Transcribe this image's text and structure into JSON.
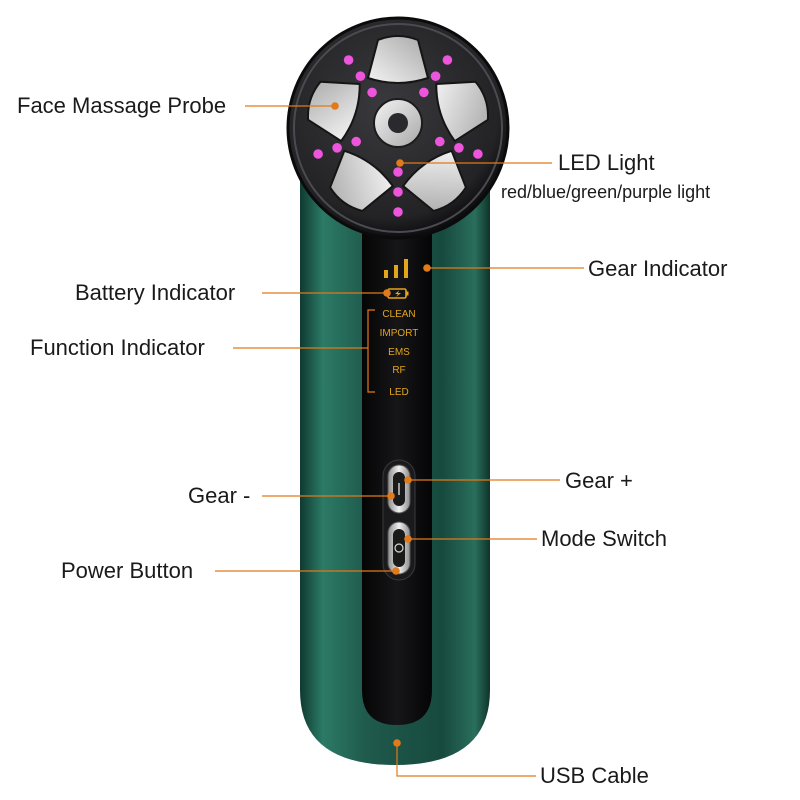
{
  "labels": {
    "face_massage_probe": "Face Massage Probe",
    "led_light": "LED Light",
    "led_light_sub": "red/blue/green/purple light",
    "gear_indicator": "Gear Indicator",
    "battery_indicator": "Battery Indicator",
    "function_indicator": "Function Indicator",
    "gear_minus": "Gear -",
    "gear_plus": "Gear +",
    "mode_switch": "Mode Switch",
    "power_button": "Power Button",
    "usb_cable": "USB Cable"
  },
  "panel": {
    "functions": [
      "CLEAN",
      "IMPORT",
      "EMS",
      "RF",
      "LED"
    ]
  },
  "colors": {
    "body": "#1f5a4c",
    "body_dark": "#123a30",
    "panel": "#0c0c0e",
    "probe": "#2a2a2e",
    "led": "#ee55dd",
    "accent": "#e07a1a",
    "indicator": "#e3a51a"
  }
}
